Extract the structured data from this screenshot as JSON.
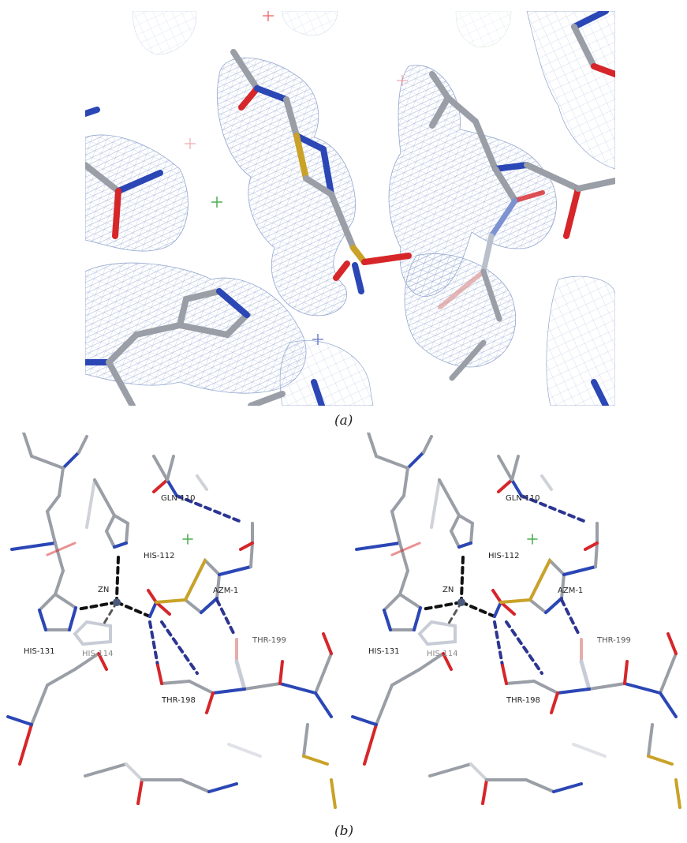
{
  "panels": {
    "a": {
      "caption": "(a)"
    },
    "b": {
      "caption": "(b)"
    }
  },
  "residue_labels": [
    "GLN-110",
    "HIS-112",
    "ZN",
    "AZM-1",
    "THR-199",
    "HIS-131",
    "HIS-114",
    "THR-198"
  ],
  "colors": {
    "carbon": "#9a9ea6",
    "nitrogen": "#2b46b5",
    "oxygen": "#d6262a",
    "sulfur": "#c9a227",
    "mesh": "#8fa3cc",
    "hbond": "#2c3592",
    "zn_bond": "#111111",
    "water": "#4caf50"
  }
}
